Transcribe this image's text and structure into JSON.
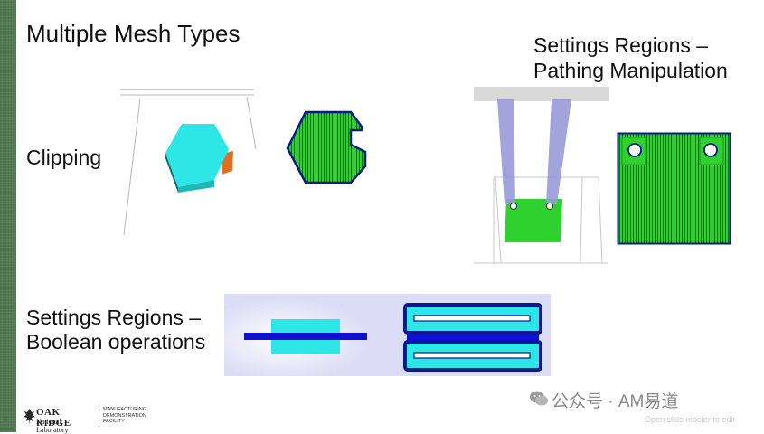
{
  "slide": {
    "title": "Multiple Mesh Types",
    "clipping_label": "Clipping",
    "settings_pathing": [
      "Settings Regions –",
      "Pathing Manipulation"
    ],
    "settings_boolean": [
      "Settings Regions –",
      "Boolean operations"
    ],
    "page_number": "8"
  },
  "logo": {
    "line1": "OAK RIDGE",
    "line2": "National Laboratory",
    "facility": [
      "MANUFACTURING",
      "DEMONSTRATION",
      "FACILITY"
    ]
  },
  "watermark": "公众号 · AM易道",
  "footer_hint": "Open slide master to edit",
  "colors": {
    "sidebar": "#4f7a4f",
    "cyan": "#2ee6e6",
    "green": "#2fd12f",
    "navy": "#0a1a8c",
    "blue_bar": "#1010d0",
    "pillar": "#9a9ad8"
  }
}
